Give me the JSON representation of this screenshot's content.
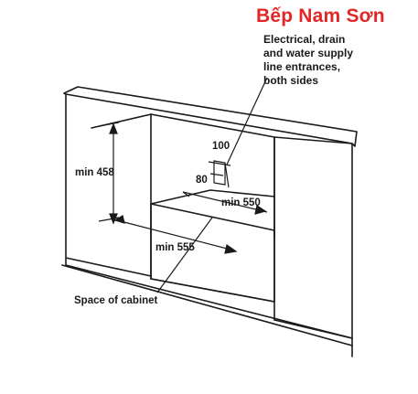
{
  "brand": {
    "text": "Bếp Nam Sơn",
    "color": "#e32626"
  },
  "note": {
    "lines": [
      "Electrical, drain",
      "and water supply",
      "line entrances,",
      "both sides"
    ]
  },
  "dimensions": {
    "height": "min 458",
    "depth": "min 550",
    "width": "min 555",
    "offset_top": "100",
    "offset_side": "80"
  },
  "label_cabinet": "Space of cabinet",
  "line_color": "#1a1a1a"
}
